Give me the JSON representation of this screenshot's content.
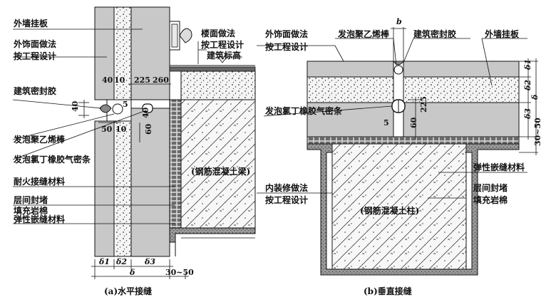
{
  "left_panel": {
    "callouts": {
      "exterior_panel": "外墙挂板",
      "finish_line1": "外饰面做法",
      "finish_line2": "按工程设计",
      "sealant": "建筑密封胶",
      "pe_rod": "发泡聚乙烯棒",
      "neoprene": "发泡氯丁橡胶气密条",
      "fire_joint": "耐火接缝材料",
      "fire_stop_line1": "层间封堵",
      "fire_stop_line2": "填充岩棉",
      "elastic_joint": "弹性嵌缝材料",
      "floor_line1": "楼面做法",
      "floor_line2": "按工程设计",
      "finish_level": "建筑标高",
      "beam": "(钢筋混凝土梁)"
    },
    "dims": {
      "d40a": "40",
      "d10a": "10",
      "d225": "225",
      "d260": "260",
      "d5": "5",
      "d40v": "40",
      "d40b": "40",
      "d50": "50",
      "d10b": "10",
      "d60": "60",
      "delta1": "δ1",
      "delta2": "δ2",
      "delta3": "δ3",
      "delta": "δ",
      "gap": "30~50"
    },
    "caption": "(a)水平接缝"
  },
  "right_panel": {
    "callouts": {
      "finish_line1": "外饰面做法",
      "finish_line2": "按工程设计",
      "pe_rod": "发泡聚乙烯棒",
      "sealant": "建筑密封胶",
      "exterior_panel": "外墙挂板",
      "neoprene": "发泡氯丁橡胶气密条",
      "elastic_joint": "弹性嵌缝材料",
      "interior_line1": "内装修做法",
      "interior_line2": "按工程设计",
      "fire_stop_line1": "层间封堵",
      "fire_stop_line2": "填充岩棉",
      "column": "(钢筋混凝土柱)"
    },
    "dims": {
      "b": "b",
      "delta1": "δ1",
      "delta2": "δ2",
      "delta3": "δ3",
      "delta": "δ",
      "gap": "30~50",
      "d5": "5",
      "d60": "60",
      "d225": "225"
    },
    "caption": "(b)垂直接缝"
  }
}
